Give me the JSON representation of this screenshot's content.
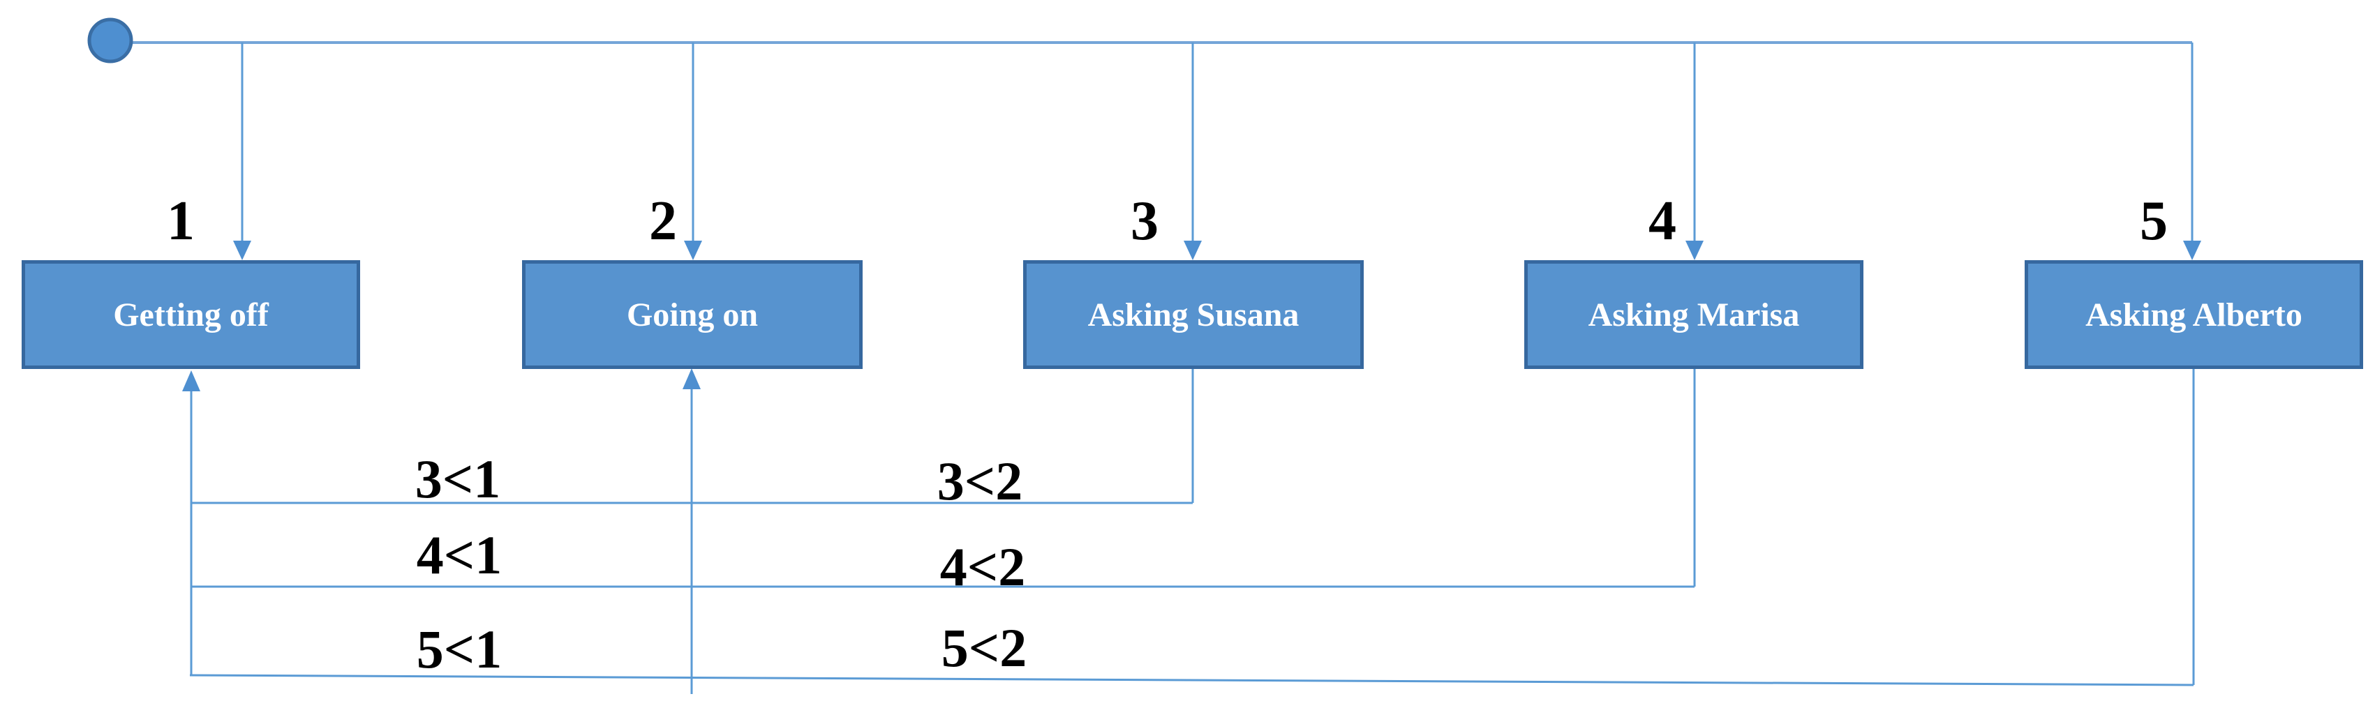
{
  "diagram": {
    "kind": "state-priority-diagram",
    "colors": {
      "box_fill": "#5793CF",
      "box_border": "#36689F",
      "connector": "#5B9BD5",
      "arrowhead": "#4E8FD0",
      "initial_state_fill": "#4E8FD0",
      "initial_state_stroke": "#3A6EA5",
      "box_text": "#FFFFFF",
      "label_text": "#000000"
    },
    "initial_state": {
      "name": "start"
    },
    "states": [
      {
        "number": "1",
        "label": "Getting off"
      },
      {
        "number": "2",
        "label": "Going on"
      },
      {
        "number": "3",
        "label": "Asking Susana"
      },
      {
        "number": "4",
        "label": "Asking Marisa"
      },
      {
        "number": "5",
        "label": "Asking Alberto"
      }
    ],
    "transitions": [
      {
        "label": "3<1",
        "from": "3",
        "to": "1"
      },
      {
        "label": "4<1",
        "from": "4",
        "to": "1"
      },
      {
        "label": "5<1",
        "from": "5",
        "to": "1"
      },
      {
        "label": "3<2",
        "from": "3",
        "to": "2"
      },
      {
        "label": "4<2",
        "from": "4",
        "to": "2"
      },
      {
        "label": "5<2",
        "from": "5",
        "to": "2"
      }
    ]
  }
}
